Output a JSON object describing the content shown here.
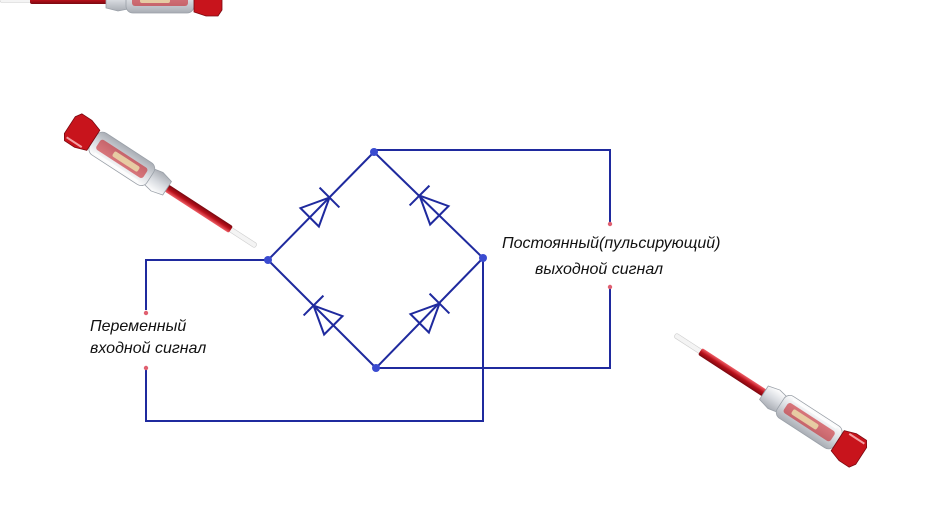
{
  "colors": {
    "wire": "#1f2a9e",
    "node": "#3a4bd0",
    "terminal": "#e06070",
    "handle_red": "#c8141c",
    "handle_clear": "#e4e6ea"
  },
  "icons": [
    "screwdriver-tester-icon",
    "diode-icon"
  ],
  "labels": {
    "ac_input_line1": "Переменный",
    "ac_input_line2": "входной сигнал",
    "dc_output_line1": "Постоянный(пульсирующий)",
    "dc_output_line2": "выходной сигнал"
  }
}
